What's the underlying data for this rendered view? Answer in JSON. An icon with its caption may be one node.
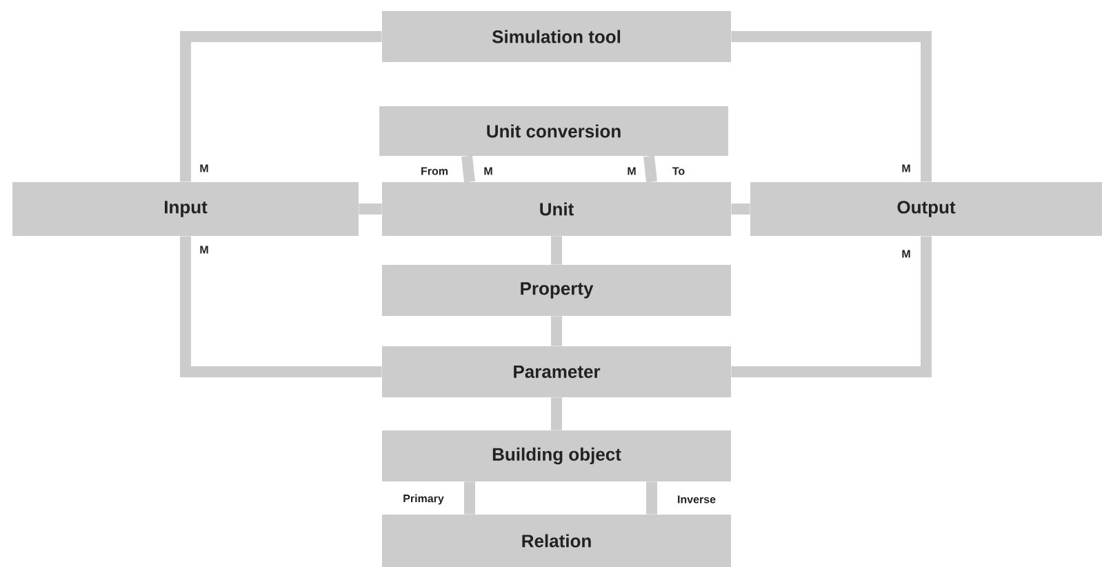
{
  "diagram": {
    "nodes": [
      {
        "text": [
          "Simulation tool"
        ]
      },
      {
        "text": [
          "Unit conversion"
        ]
      },
      {
        "text": [
          "Input"
        ]
      },
      {
        "text": [
          "Unit"
        ]
      },
      {
        "text": [
          "Output"
        ]
      },
      {
        "text": [
          "Property"
        ]
      },
      {
        "text": [
          "Parameter"
        ]
      },
      {
        "text": [
          "Building object"
        ]
      },
      {
        "text": [
          "Relation"
        ]
      }
    ],
    "edges": [
      {
        "from": 0,
        "to": 2,
        "arrow": "none"
      },
      {
        "from": 0,
        "to": 4,
        "arrow": "none"
      },
      {
        "from": 1,
        "to": 3,
        "arrow": "none"
      },
      {
        "from": 1,
        "to": 3,
        "arrow": "none"
      },
      {
        "from": 2,
        "to": 3,
        "arrow": "none"
      },
      {
        "from": 3,
        "to": 4,
        "arrow": "none"
      },
      {
        "from": 3,
        "to": 5,
        "arrow": "none"
      },
      {
        "from": 5,
        "to": 6,
        "arrow": "none"
      },
      {
        "from": 2,
        "to": 6,
        "arrow": "none"
      },
      {
        "from": 4,
        "to": 6,
        "arrow": "none"
      },
      {
        "from": 6,
        "to": 7,
        "arrow": "none"
      },
      {
        "from": 7,
        "to": 8,
        "arrow": "none"
      },
      {
        "from": 7,
        "to": 8,
        "arrow": "none"
      }
    ],
    "labels": [
      "M",
      "From",
      "M",
      "M",
      "To",
      "M",
      "M",
      "M",
      "Primary",
      "Inverse"
    ]
  }
}
